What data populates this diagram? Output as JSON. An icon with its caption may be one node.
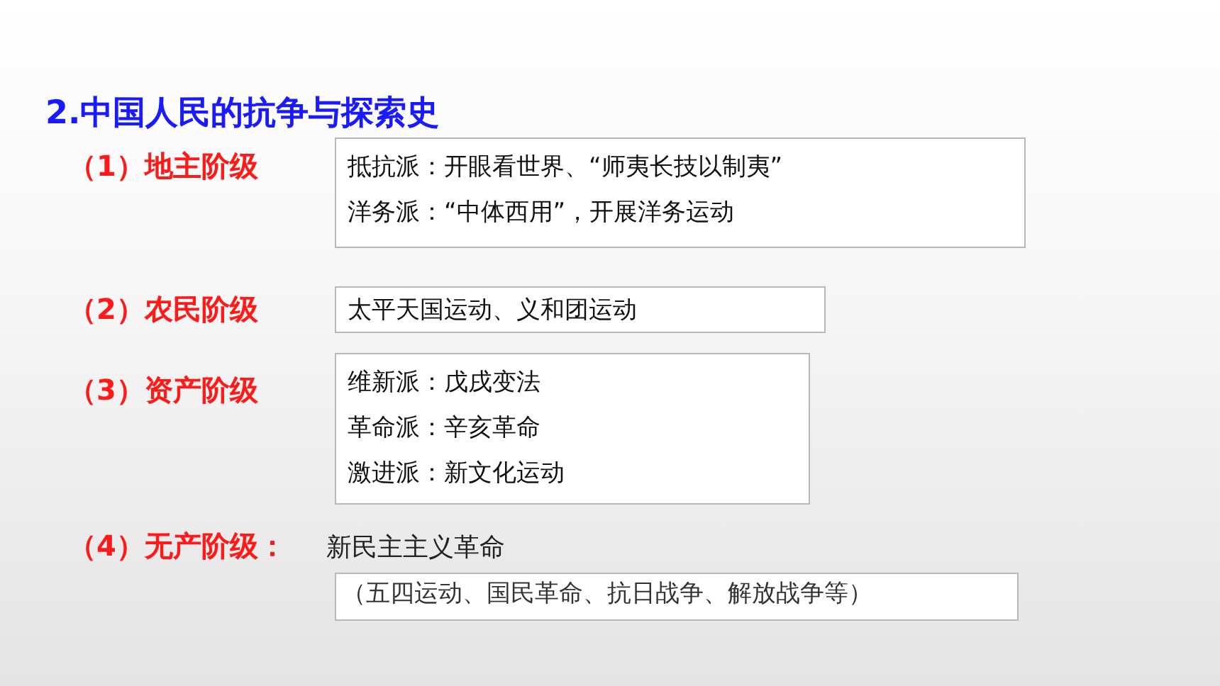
{
  "diagram": {
    "title": "2.中国人民的抗争与探索史",
    "nodes": [
      {
        "text": [
          "抵抗派：开眼看世界、“师夷长技以制夷”",
          "洋务派：“中体西用”，开展洋务运动"
        ]
      },
      {
        "text": [
          "太平天国运动、义和团运动"
        ]
      },
      {
        "text": [
          "维新派：戊戌变法",
          "革命派：辛亥革命",
          "激进派：新文化运动"
        ]
      },
      {
        "text": [
          "（五四运动、国民革命、抗日战争、解放战争等）"
        ]
      }
    ],
    "labels": [
      "（1）地主阶级",
      "（2）农民阶级",
      "（3）资产阶级",
      "（4）无产阶级：",
      "新民主主义革命"
    ]
  }
}
